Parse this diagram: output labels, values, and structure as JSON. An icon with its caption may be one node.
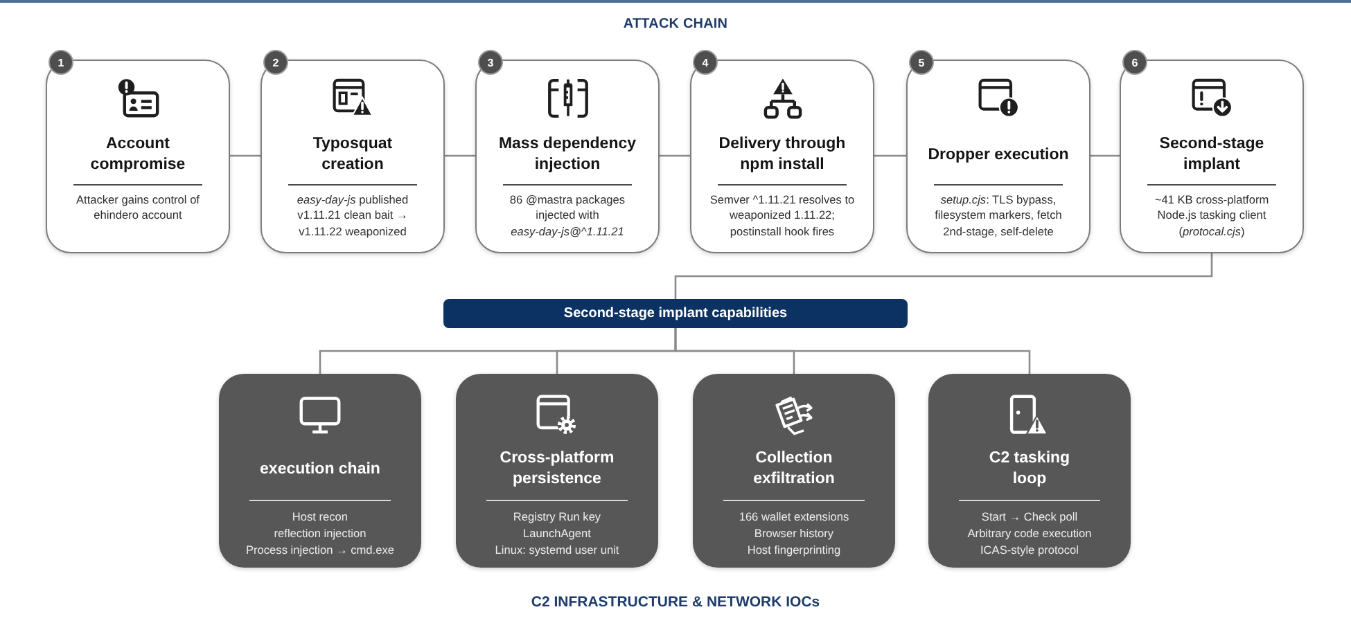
{
  "diagram": {
    "title": "ATTACK CHAIN",
    "nodes": [
      {
        "text": [
          "1",
          "Account compromise",
          "Attacker gains control of ehindero account"
        ]
      },
      {
        "text": [
          "2",
          "Typosquat creation",
          "*easy-day-js* published v1.11.21 clean bait → v1.11.22 weaponized"
        ]
      },
      {
        "text": [
          "3",
          "Mass dependency injection",
          "86 @mastra packages injected with *easy-day-js@^1.11.21*"
        ]
      },
      {
        "text": [
          "4",
          "Delivery through npm install",
          "Semver ^1.11.21 resolves to weaponized 1.11.22; postinstall hook fires"
        ]
      },
      {
        "text": [
          "5",
          "Dropper execution",
          "*setup.cjs*: TLS bypass, filesystem markers, fetch 2nd-stage, self-delete"
        ]
      },
      {
        "text": [
          "6",
          "Second-stage implant",
          "~41 KB cross-platform Node.js tasking client (*protocal.cjs*)"
        ]
      },
      {
        "text": [
          "Second-stage implant capabilities"
        ]
      },
      {
        "text": [
          "execution chain",
          "Host recon",
          "reflection injection",
          "Process injection → cmd.exe"
        ]
      },
      {
        "text": [
          "Cross-platform persistence",
          "Registry Run key",
          "LaunchAgent",
          "Linux: systemd user unit"
        ]
      },
      {
        "text": [
          "Collection exfiltration",
          "166 wallet extensions",
          "Browser history",
          "Host fingerprinting"
        ]
      },
      {
        "text": [
          "C2 tasking loop",
          "Start → Check poll",
          "Arbitrary code execution",
          "ICAS-style protocol"
        ]
      }
    ],
    "edges": [
      {
        "from": 0,
        "to": 1,
        "arrow": "none"
      },
      {
        "from": 1,
        "to": 2,
        "arrow": "none"
      },
      {
        "from": 2,
        "to": 3,
        "arrow": "none"
      },
      {
        "from": 3,
        "to": 4,
        "arrow": "none"
      },
      {
        "from": 4,
        "to": 5,
        "arrow": "none"
      },
      {
        "from": 5,
        "to": 6,
        "arrow": "none"
      },
      {
        "from": 6,
        "to": 7,
        "arrow": "none"
      },
      {
        "from": 6,
        "to": 8,
        "arrow": "none"
      },
      {
        "from": 6,
        "to": 9,
        "arrow": "none"
      },
      {
        "from": 6,
        "to": 10,
        "arrow": "none"
      }
    ],
    "labels": [
      "C2 INFRASTRUCTURE & NETWORK IOCs"
    ]
  }
}
